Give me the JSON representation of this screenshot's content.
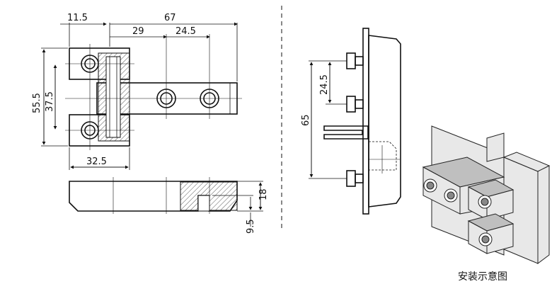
{
  "dimensions": {
    "top_left": "11.5",
    "top_total": "67",
    "inner_29": "29",
    "inner_24_5": "24.5",
    "height_55_5": "55.5",
    "height_37_5": "37.5",
    "bottom_32_5": "32.5",
    "side_18": "18",
    "side_9_5": "9.5",
    "mid_24_5": "24.5",
    "mid_65": "65"
  },
  "caption": "安装示意图"
}
